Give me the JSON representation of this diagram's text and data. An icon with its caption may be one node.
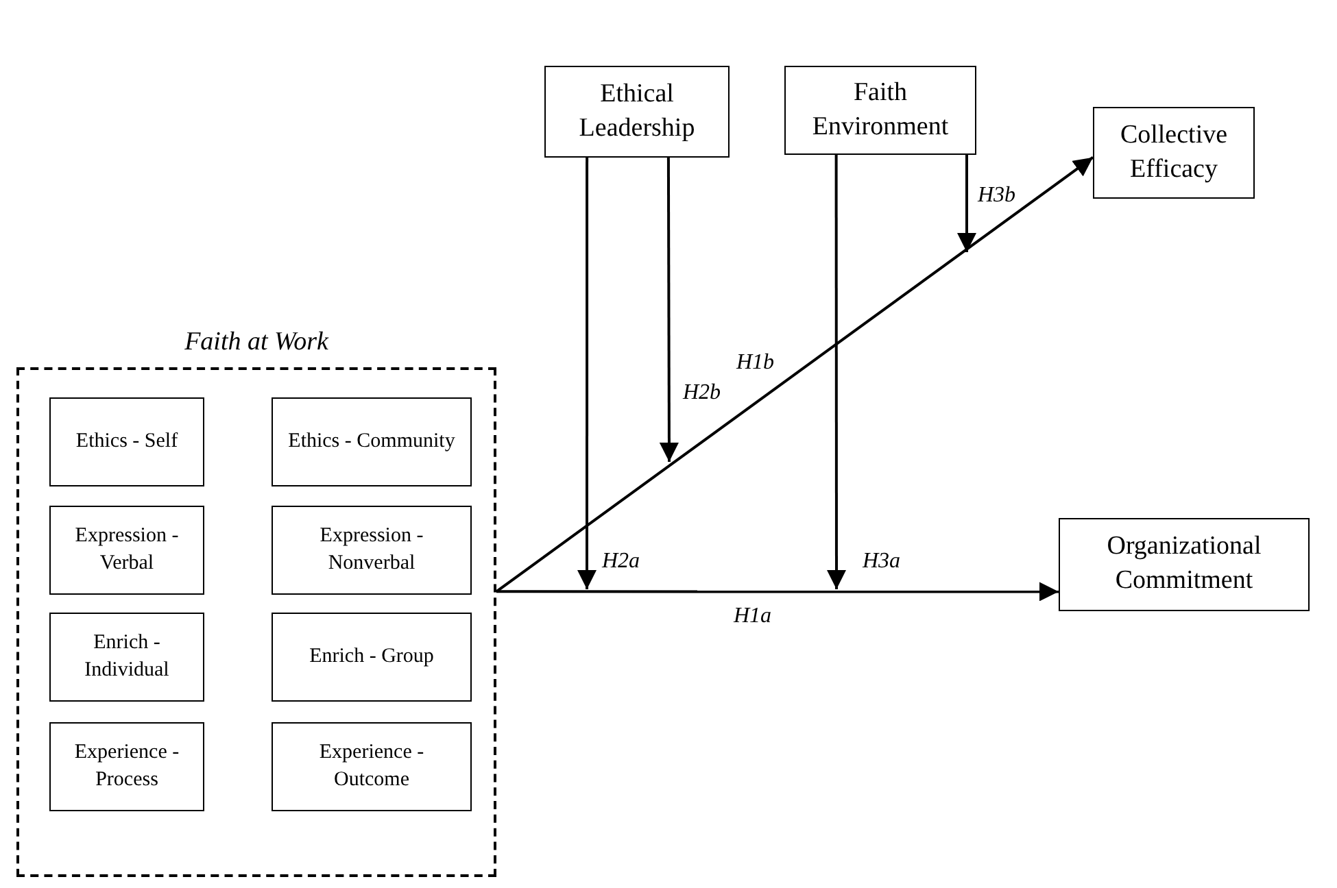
{
  "diagram": {
    "nodes": [
      {
        "text": [
          "Ethical Leadership"
        ]
      },
      {
        "text": [
          "Faith Environment"
        ]
      },
      {
        "text": [
          "Collective Efficacy"
        ]
      },
      {
        "text": [
          "Faith at Work"
        ]
      },
      {
        "text": [
          "Ethics - Self"
        ],
        "in": 3
      },
      {
        "text": [
          "Ethics - Community"
        ],
        "in": 3
      },
      {
        "text": [
          "Expression - Verbal"
        ],
        "in": 3
      },
      {
        "text": [
          "Expression - Nonverbal"
        ],
        "in": 3
      },
      {
        "text": [
          "Enrich - Individual"
        ],
        "in": 3
      },
      {
        "text": [
          "Enrich - Group"
        ],
        "in": 3
      },
      {
        "text": [
          "Experience - Process"
        ],
        "in": 3
      },
      {
        "text": [
          "Experience - Outcome"
        ],
        "in": 3
      },
      {
        "text": [
          "Organizational Commitment"
        ]
      }
    ],
    "edges": [
      {
        "from": 3,
        "to": 2,
        "arrow": "to",
        "label": "H1b"
      },
      {
        "from": 3,
        "to": 12,
        "arrow": "to",
        "label": "H1a"
      },
      {
        "from": 0,
        "to": null,
        "arrow": "to",
        "label": "H2a"
      },
      {
        "from": 0,
        "to": null,
        "arrow": "to",
        "label": "H2b"
      },
      {
        "from": 1,
        "to": null,
        "arrow": "to",
        "label": "H3a"
      },
      {
        "from": 1,
        "to": null,
        "arrow": "to",
        "label": "H3b"
      }
    ]
  }
}
